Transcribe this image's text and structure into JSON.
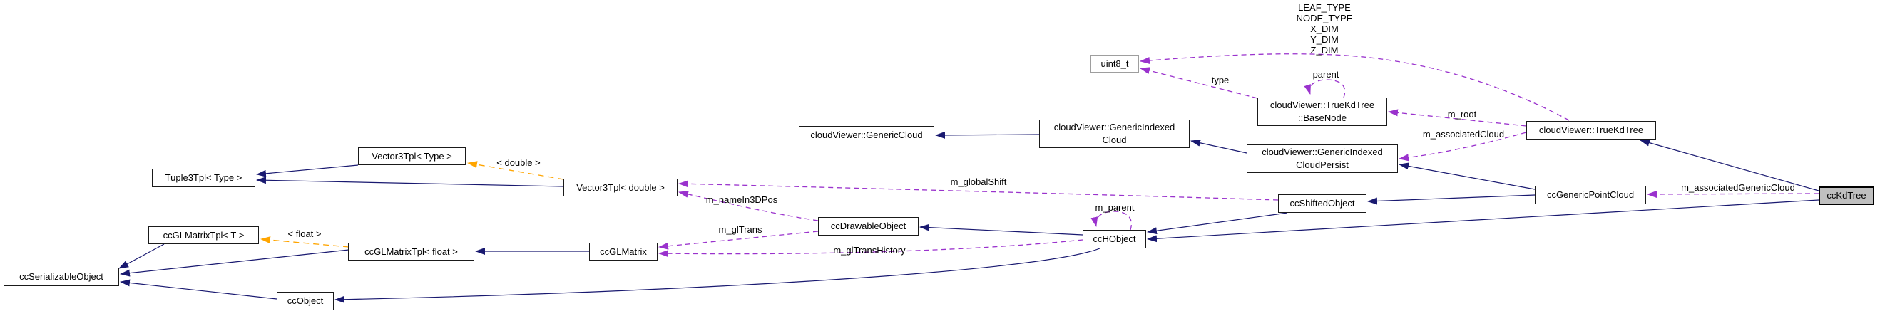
{
  "diagram": {
    "kind": "collaboration-graph",
    "focus_node": "ccKdTree",
    "colors": {
      "inheritance_edge": "#191970",
      "member_edge": "#9a32cd",
      "template_edge": "#ffa500",
      "node_border": "#1a1a1a",
      "external_node_border": "#9e9e9e",
      "focus_node_fill": "#bfbfbf",
      "background": "#ffffff"
    },
    "nodes": [
      {
        "id": "cc-serializable-object",
        "label": "ccSerializableObject"
      },
      {
        "id": "cc-object",
        "label": "ccObject"
      },
      {
        "id": "cc-glmatrix-tpl-t",
        "label": "ccGLMatrixTpl< T >"
      },
      {
        "id": "cc-glmatrix-tpl-float",
        "label": "ccGLMatrixTpl< float >"
      },
      {
        "id": "cc-glmatrix",
        "label": "ccGLMatrix"
      },
      {
        "id": "tuple3tpl-type",
        "label": "Tuple3Tpl< Type >"
      },
      {
        "id": "vector3tpl-type",
        "label": "Vector3Tpl< Type >"
      },
      {
        "id": "vector3tpl-double",
        "label": "Vector3Tpl< double >"
      },
      {
        "id": "cc-drawable-object",
        "label": "ccDrawableObject"
      },
      {
        "id": "cc-hobject",
        "label": "ccHObject"
      },
      {
        "id": "cloudviewer-generic-cloud",
        "label": "cloudViewer::GenericCloud"
      },
      {
        "id": "cloudviewer-generic-indexed-cloud",
        "label": "cloudViewer::GenericIndexed\nCloud"
      },
      {
        "id": "cloudviewer-generic-indexed-cloud-persist",
        "label": "cloudViewer::GenericIndexed\nCloudPersist"
      },
      {
        "id": "cloudviewer-truekdtree-basenode",
        "label": "cloudViewer::TrueKdTree\n::BaseNode"
      },
      {
        "id": "uint8-t",
        "label": "uint8_t"
      },
      {
        "id": "cloudviewer-truekdtree",
        "label": "cloudViewer::TrueKdTree"
      },
      {
        "id": "cc-shifted-object",
        "label": "ccShiftedObject"
      },
      {
        "id": "cc-generic-point-cloud",
        "label": "ccGenericPointCloud"
      },
      {
        "id": "cc-kd-tree",
        "label": "ccKdTree"
      }
    ],
    "edge_labels": {
      "template_params": "LEAF_TYPE\nNODE_TYPE\nX_DIM\nY_DIM\nZ_DIM",
      "type": "type",
      "parent": "parent",
      "m_root": "m_root",
      "m_associatedCloud": "m_associatedCloud",
      "m_associatedGenericCloud": "m_associatedGenericCloud",
      "m_globalShift": "m_globalShift",
      "m_nameIn3DPos": "m_nameIn3DPos",
      "m_glTrans": "m_glTrans",
      "m_glTransHistory": "m_glTransHistory",
      "m_parent": "m_parent",
      "double_instantiation": "< double >",
      "float_instantiation": "< float >"
    }
  }
}
